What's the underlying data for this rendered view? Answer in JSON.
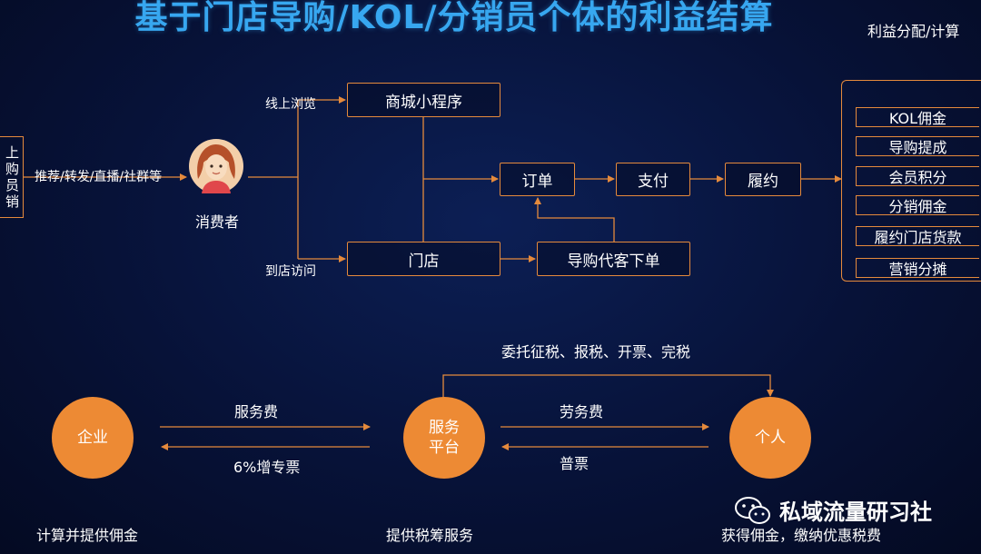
{
  "title": "基于门店导购/KOL/分销员个体的利益结算",
  "subtitle": "利益分配/计算",
  "top": {
    "left_fragment": [
      "上",
      "购",
      "员",
      "销"
    ],
    "channel_label": "推荐/转发/直播/社群等",
    "consumer_label": "消费者",
    "online_label": "线上浏览",
    "offline_label": "到店访问",
    "mini_program": "商城小程序",
    "store": "门店",
    "order": "订单",
    "payment": "支付",
    "fulfillment": "履约",
    "guide_order": "导购代客下单",
    "results": [
      "KOL佣金",
      "导购提成",
      "会员积分",
      "分销佣金",
      "履约门店货款",
      "营销分摊"
    ]
  },
  "bottom": {
    "enterprise": "企业",
    "platform_line1": "服务",
    "platform_line2": "平台",
    "individual": "个人",
    "service_fee": "服务费",
    "vat_invoice": "6%增专票",
    "labor_fee": "劳务费",
    "normal_invoice": "普票",
    "entrust": "委托征税、报税、开票、完税",
    "enterprise_caption": "计算并提供佣金",
    "platform_caption": "提供税筹服务",
    "individual_caption": "获得佣金，缴纳优惠税费"
  },
  "watermark": "私域流量研习社",
  "colors": {
    "accent": "#ed8a34",
    "title": "#37a7f0",
    "background": "#071238"
  }
}
